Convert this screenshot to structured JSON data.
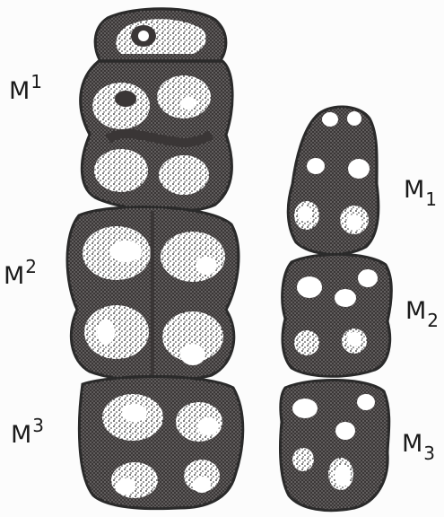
{
  "labels": {
    "upper": [
      {
        "base": "M",
        "index": "1"
      },
      {
        "base": "M",
        "index": "2"
      },
      {
        "base": "M",
        "index": "3"
      }
    ],
    "lower": [
      {
        "base": "M",
        "index": "1"
      },
      {
        "base": "M",
        "index": "2"
      },
      {
        "base": "M",
        "index": "3"
      }
    ]
  },
  "colors": {
    "tooth_outline": "#2a2a2a",
    "enamel_dark": "#3a3636",
    "cusp_light": "#ffffff",
    "background": "#fcfcfc"
  }
}
